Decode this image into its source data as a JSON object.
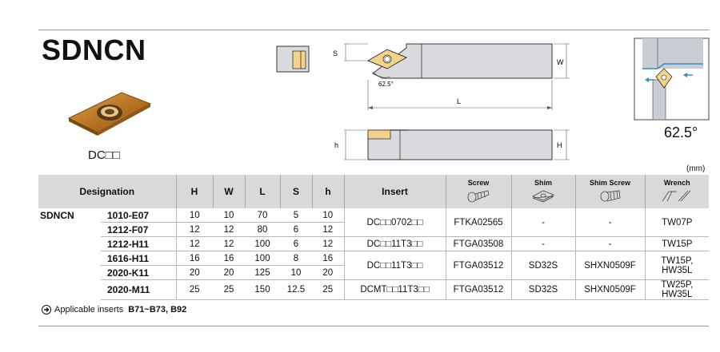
{
  "title": "SDNCN",
  "insert_label": "DC□□",
  "angle": "62.5°",
  "unit": "(mm)",
  "drawing": {
    "dim_s": "S",
    "dim_w": "W",
    "dim_l": "L",
    "dim_h_small": "h",
    "dim_h_big": "H",
    "angle_small": "62.5°"
  },
  "table": {
    "headers": {
      "designation": "Designation",
      "H": "H",
      "W": "W",
      "L": "L",
      "S": "S",
      "h": "h",
      "insert": "Insert",
      "screw": "Screw",
      "shim": "Shim",
      "shim_screw": "Shim Screw",
      "wrench": "Wrench"
    },
    "series": "SDNCN",
    "rows": [
      {
        "designation": "1010-E07",
        "H": "10",
        "W": "10",
        "L": "70",
        "S": "5",
        "h": "10"
      },
      {
        "designation": "1212-F07",
        "H": "12",
        "W": "12",
        "L": "80",
        "S": "6",
        "h": "12"
      },
      {
        "designation": "1212-H11",
        "H": "12",
        "W": "12",
        "L": "100",
        "S": "6",
        "h": "12"
      },
      {
        "designation": "1616-H11",
        "H": "16",
        "W": "16",
        "L": "100",
        "S": "8",
        "h": "16"
      },
      {
        "designation": "2020-K11",
        "H": "20",
        "W": "20",
        "L": "125",
        "S": "10",
        "h": "20"
      },
      {
        "designation": "2020-M11",
        "H": "25",
        "W": "25",
        "L": "150",
        "S": "12.5",
        "h": "25"
      }
    ],
    "groups": [
      {
        "insert": "DC□□0702□□",
        "screw": "FTKA02565",
        "shim": "-",
        "shim_screw": "-",
        "wrench": "TW07P"
      },
      {
        "insert": "DC□□11T3□□",
        "screw": "FTGA03508",
        "shim": "-",
        "shim_screw": "-",
        "wrench": "TW15P"
      },
      {
        "insert": "DC□□11T3□□",
        "screw": "FTGA03512",
        "shim": "SD32S",
        "shim_screw": "SHXN0509F",
        "wrench": "TW15P, HW35L"
      },
      {
        "insert": "DCMT□□11T3□□",
        "screw": "FTGA03512",
        "shim": "SD32S",
        "shim_screw": "SHXN0509F",
        "wrench": "TW25P, HW35L"
      }
    ]
  },
  "footnote": {
    "text": "Applicable inserts",
    "range": "B71~B73, B92"
  },
  "colors": {
    "header_bg": "#d9d9d9",
    "band_bg": "#e6e6e6",
    "insert_gold": "#c8892f",
    "arrow_blue": "#2f8fd8"
  }
}
